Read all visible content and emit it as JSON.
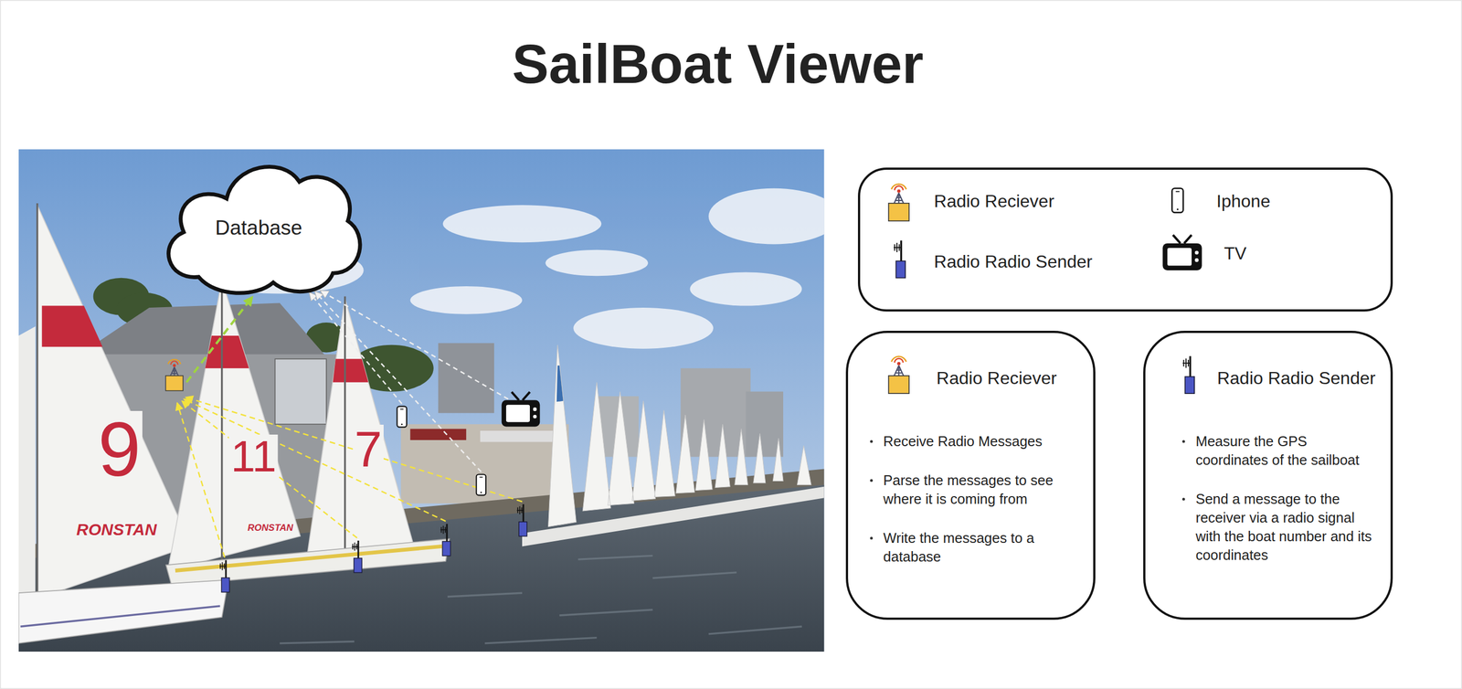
{
  "diagram": {
    "title": "SailBoat Viewer",
    "nodes": [
      {
        "text": [
          "Database"
        ]
      },
      {
        "text": [
          "Radio Reciever",
          "Receive Radio Messages",
          "Parse the messages to see where it is coming from",
          "Write the messages to a database"
        ]
      },
      {
        "text": [
          "Radio Radio Sender",
          "Measure the GPS coordinates of the sailboat",
          "Send a message to the receiver via a radio signal with the boat number and its coordinates"
        ]
      }
    ],
    "labels": [
      "9",
      "RONSTAN",
      "11",
      "RONSTAN",
      "7"
    ],
    "legend": [
      {
        "text": "Radio Reciever"
      },
      {
        "text": "Iphone"
      },
      {
        "text": "Radio Radio Sender"
      },
      {
        "text": "TV"
      }
    ]
  }
}
